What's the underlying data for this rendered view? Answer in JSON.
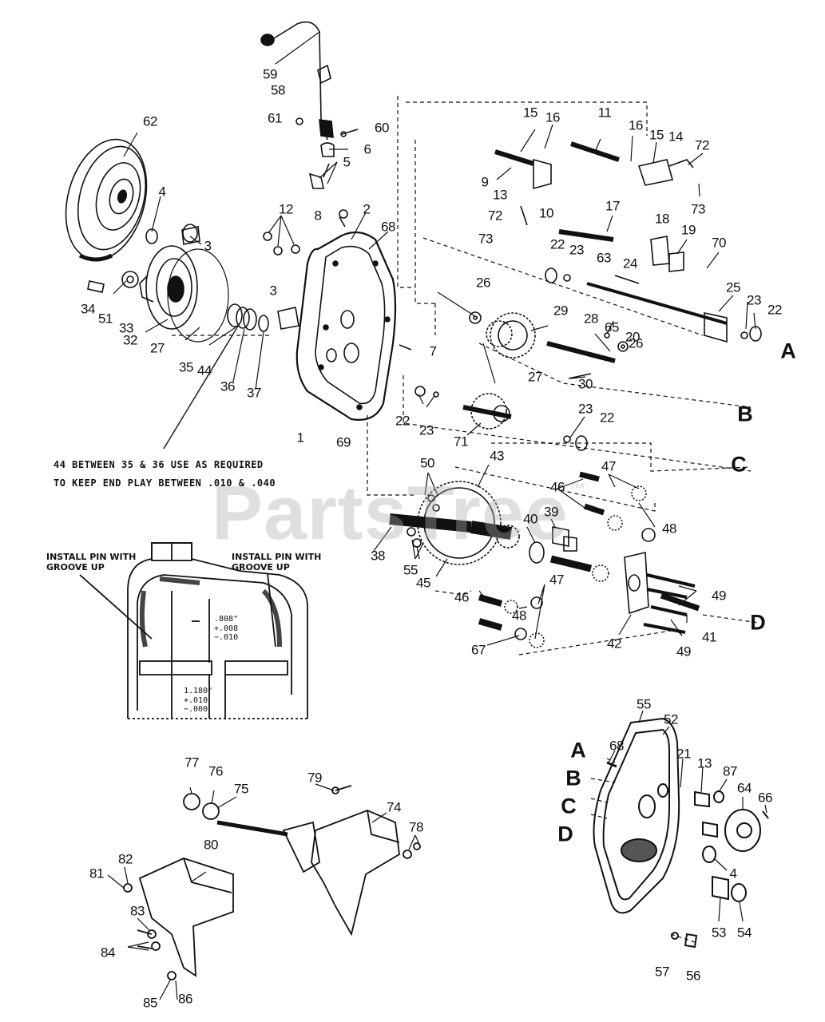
{
  "diagram": {
    "watermark_text": "PartsTree",
    "watermark_mark": "™",
    "note_line_1": "44 BETWEEN 35 & 36 USE AS REQUIRED",
    "note_line_2": "TO KEEP END PLAY BETWEEN .010 & .040",
    "install_pin_left": "INSTALL PIN WITH\nGROOVE UP",
    "install_pin_right": "INSTALL PIN WITH\nGROOVE UP",
    "dim_808": ".808\"\n+.008\n−.010",
    "dim_1180": "1.180\"\n+.010\n−.000",
    "connector_letters_right": [
      "A",
      "B",
      "C",
      "D"
    ],
    "connector_letters_lower": [
      "A",
      "B",
      "C",
      "D"
    ],
    "part_callouts": [
      "59",
      "58",
      "61",
      "60",
      "6",
      "5",
      "62",
      "4",
      "3",
      "12",
      "8",
      "2",
      "68",
      "34",
      "51",
      "33",
      "32",
      "27",
      "35",
      "44",
      "36",
      "37",
      "3",
      "1",
      "69",
      "7",
      "15",
      "16",
      "11",
      "16",
      "15",
      "14",
      "72",
      "9",
      "13",
      "10",
      "72",
      "73",
      "73",
      "17",
      "18",
      "19",
      "22",
      "23",
      "63",
      "70",
      "24",
      "25",
      "23",
      "22",
      "26",
      "29",
      "28",
      "65",
      "20",
      "26",
      "27",
      "30",
      "22",
      "23",
      "23",
      "22",
      "71",
      "50",
      "43",
      "47",
      "46",
      "48",
      "40",
      "39",
      "38",
      "55",
      "45",
      "46",
      "47",
      "48",
      "49",
      "42",
      "41",
      "49",
      "67",
      "55",
      "52",
      "68",
      "21",
      "13",
      "87",
      "64",
      "66",
      "53",
      "54",
      "4",
      "57",
      "56",
      "77",
      "76",
      "75",
      "79",
      "74",
      "78",
      "80",
      "81",
      "82",
      "83",
      "84",
      "85",
      "86"
    ]
  },
  "colors": {
    "ink": "#111111",
    "watermark": "#aaaaaa"
  }
}
